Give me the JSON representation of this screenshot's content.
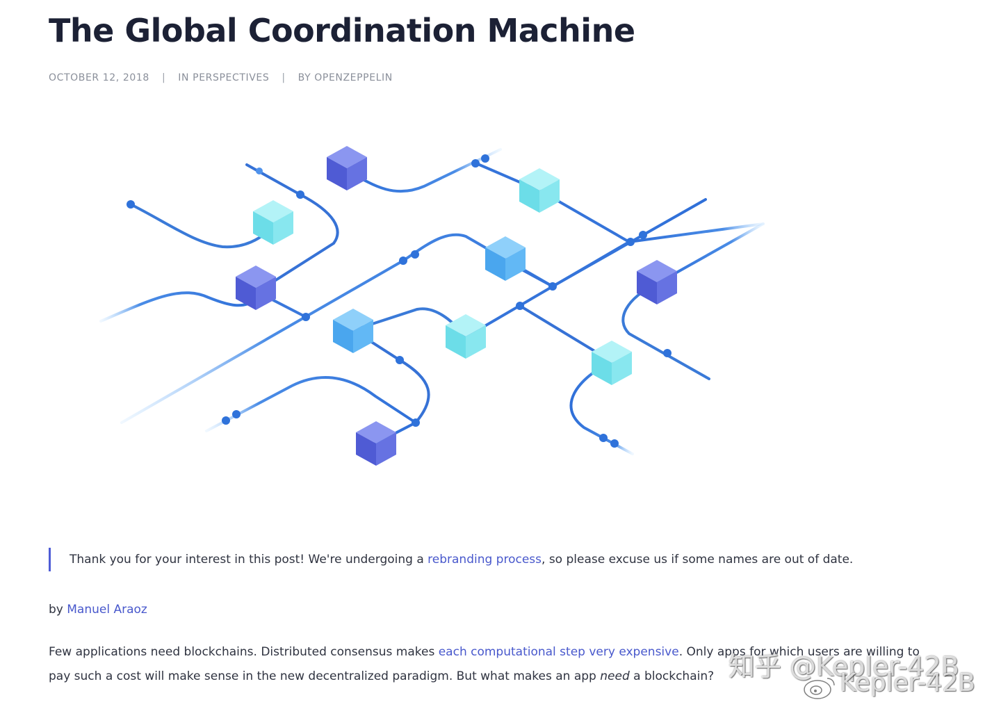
{
  "post": {
    "title": "The Global Coordination Machine",
    "meta": {
      "date": "OCTOBER 12, 2018",
      "separator": "|",
      "category_prefix": "IN",
      "category": "PERSPECTIVES",
      "author_prefix": "BY",
      "author": "OPENZEPPELIN"
    }
  },
  "notice": {
    "before_link": "Thank you for your interest in this post! We're undergoing a ",
    "link_text": "rebranding process",
    "after_link": ", so please excuse us if some names are out of date."
  },
  "byline": {
    "prefix": "by ",
    "author": "Manuel Araoz"
  },
  "body": {
    "line1_before_link": "Few applications need blockchains. Distributed consensus makes ",
    "line1_link": "each computational step very expensive",
    "line1_after_link": ". Only apps for which users are willing to",
    "line2_before_em": "pay such a cost will make sense in the new decentralized paradigm. But what makes an app ",
    "line2_em": "need",
    "line2_after_em": " a blockchain?"
  },
  "watermark": {
    "line1": "知乎 @Kepler-42B",
    "line2": "Kepler-42B",
    "icon": "weibo-icon"
  },
  "colors": {
    "title": "#1c2135",
    "meta": "#8a8f9a",
    "link": "#4858cc",
    "quote_border": "#4e5cd6",
    "cube_indigo": "#5a68de",
    "cube_blue": "#58b6f2",
    "cube_cyan": "#7ce4ee",
    "line_blue": "#3d7fe0"
  },
  "icons": {
    "hero": "blockchain-network-illustration"
  }
}
